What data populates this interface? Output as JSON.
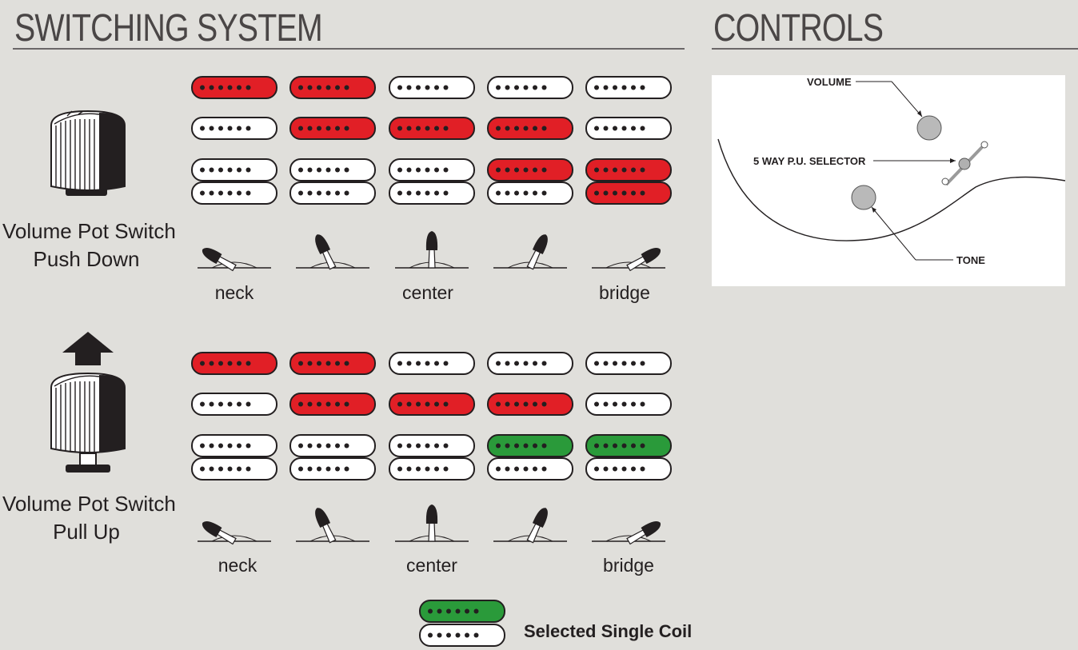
{
  "switching": {
    "title": "SWITCHING SYSTEM",
    "push_down_label": [
      "Volume Pot Switch",
      "Push Down"
    ],
    "pull_up_label": [
      "Volume Pot Switch",
      "Pull Up"
    ],
    "position_labels": [
      "neck",
      "",
      "center",
      "",
      "bridge"
    ],
    "lever_angles_deg": [
      -60,
      -25,
      0,
      25,
      60
    ],
    "colors": {
      "active": "#e11f26",
      "inactive": "#ffffff",
      "selected_single": "#2a9a3a",
      "outline": "#231f20"
    },
    "push_down": {
      "neck_single": [
        "active",
        "active",
        "inactive",
        "inactive",
        "inactive"
      ],
      "middle_single": [
        "inactive",
        "active",
        "active",
        "active",
        "inactive"
      ],
      "bridge_top": [
        "inactive",
        "inactive",
        "inactive",
        "active",
        "active"
      ],
      "bridge_bottom": [
        "inactive",
        "inactive",
        "inactive",
        "inactive",
        "active"
      ]
    },
    "pull_up": {
      "neck_single": [
        "active",
        "active",
        "inactive",
        "inactive",
        "inactive"
      ],
      "middle_single": [
        "inactive",
        "active",
        "active",
        "active",
        "inactive"
      ],
      "bridge_top": [
        "inactive",
        "inactive",
        "inactive",
        "selected_single",
        "selected_single"
      ],
      "bridge_bottom": [
        "inactive",
        "inactive",
        "inactive",
        "inactive",
        "inactive"
      ]
    },
    "legend": {
      "label": "Selected Single Coil"
    }
  },
  "controls": {
    "title": "CONTROLS",
    "volume_label": "VOLUME",
    "selector_label": "5 WAY P.U. SELECTOR",
    "tone_label": "TONE"
  }
}
